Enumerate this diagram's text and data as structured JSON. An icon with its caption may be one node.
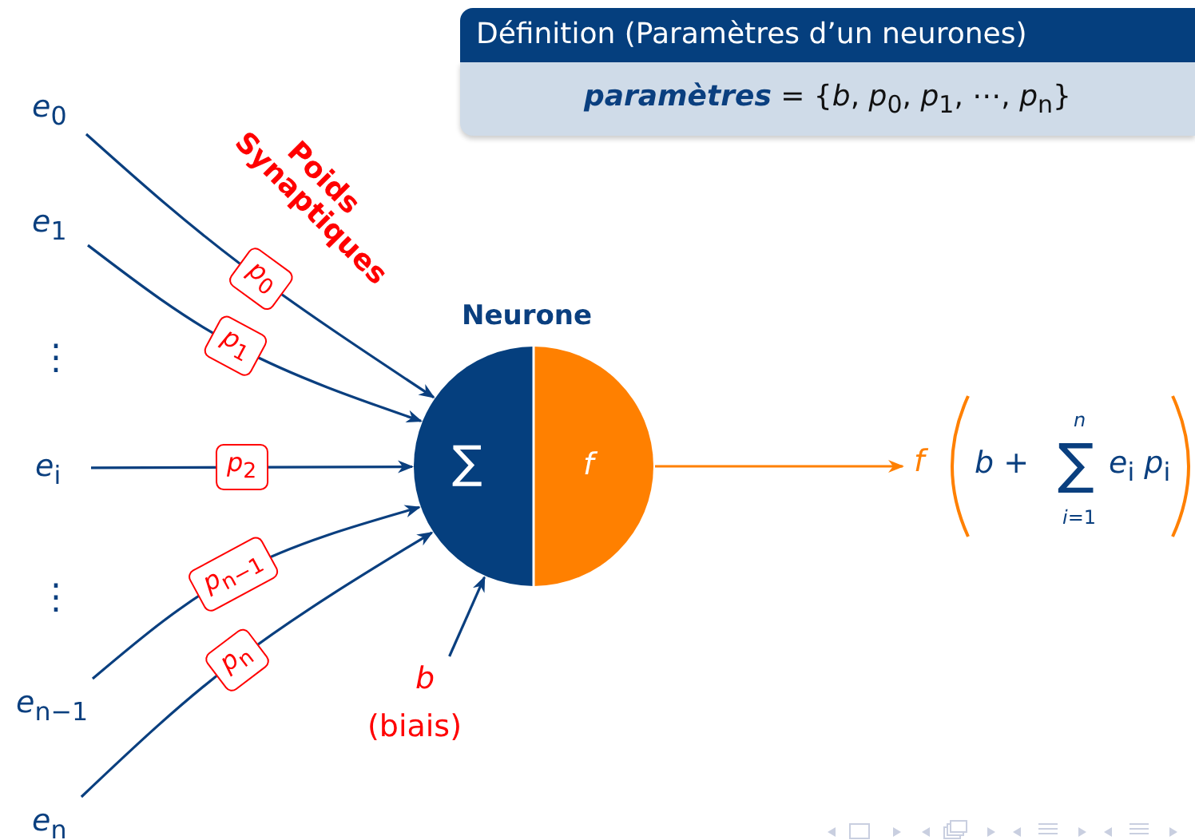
{
  "diagram": {
    "nodes": [
      {
        "text": [
          "*e*$_{0}$"
        ]
      },
      {
        "text": [
          "*e*$_{1}$"
        ]
      },
      {
        "text": [
          "*e*$_{i}$"
        ]
      },
      {
        "text": [
          "*e*$_{n−1}$"
        ]
      },
      {
        "text": [
          "*e*$_{n}$"
        ]
      },
      {
        "text": [
          "Neurone",
          "∑",
          "*f*"
        ]
      },
      {
        "text": [
          "*f*",
          "*b* +",
          "*n*",
          "∑",
          "*i*=1",
          "*e*$_{i}$ *p*$_{i}$"
        ]
      },
      {
        "text": [
          "*b*",
          "(biais)"
        ]
      },
      {
        "text": [
          "Définition (Paramètres d’un neurones)",
          "**paramètres** = {*b*, *p*$_{0}$, *p*$_{1}$, ⋯, *p*$_{n}$}"
        ]
      }
    ],
    "edges": [
      {
        "from": 0,
        "to": 5,
        "arrow": "to",
        "label": "*p*$_{0}$"
      },
      {
        "from": 1,
        "to": 5,
        "arrow": "to",
        "label": "*p*$_{1}$"
      },
      {
        "from": 2,
        "to": 5,
        "arrow": "to",
        "label": "*p*$_{2}$"
      },
      {
        "from": 3,
        "to": 5,
        "arrow": "to",
        "label": "*p*$_{n−1}$"
      },
      {
        "from": 4,
        "to": 5,
        "arrow": "to",
        "label": "*p*$_{n}$"
      },
      {
        "from": 5,
        "to": 6,
        "arrow": "to",
        "color": "#ff8000"
      },
      {
        "from": 7,
        "to": 5,
        "arrow": "to"
      }
    ],
    "labels": [
      "Poids Synaptiques",
      "⋮",
      "⋮"
    ]
  }
}
